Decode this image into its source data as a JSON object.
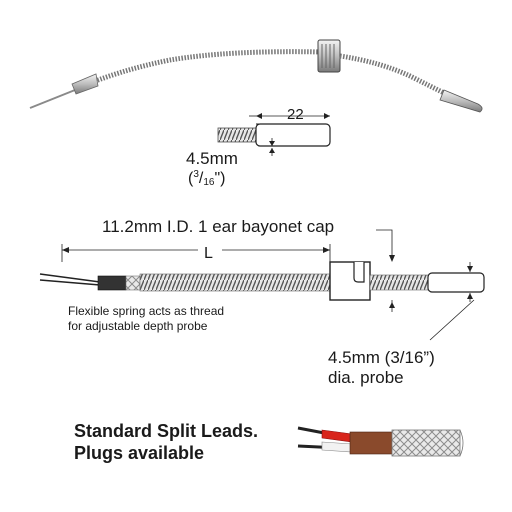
{
  "labels": {
    "tip_length": "22",
    "top_diameter_mm": "4.5mm",
    "top_diameter_frac_open": "(",
    "top_diameter_frac_num": "3",
    "top_diameter_frac_den": "16",
    "top_diameter_frac_close": "\")",
    "bayonet_cap": "11.2mm I.D. 1 ear bayonet cap",
    "length": "L",
    "spring_note_line1": "Flexible spring acts as thread",
    "spring_note_line2": "for adjustable depth probe",
    "probe_line1": "4.5mm (3/16”)",
    "probe_line2": "dia. probe",
    "leads_line1": "Standard Split Leads.",
    "leads_line2": "Plugs available"
  },
  "colors": {
    "steel": "#9a9a9a",
    "steel_dark": "#5a5a5a",
    "lead_red": "#d8251c",
    "lead_brown": "#8a4a2c",
    "lead_white": "#f2f2f2"
  }
}
